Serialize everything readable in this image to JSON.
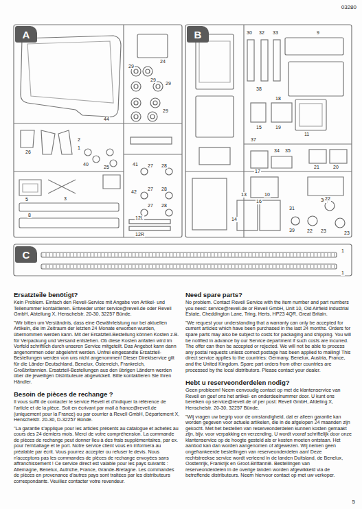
{
  "diagram": {
    "nodes": [
      {
        "text": [
          "A"
        ]
      },
      {
        "text": [
          "B"
        ]
      },
      {
        "text": [
          "C"
        ]
      }
    ],
    "labels": [
      "03280",
      "24",
      "29",
      "29",
      "29",
      "29",
      "44",
      "26",
      "2",
      "1",
      "40",
      "25",
      "41",
      "27",
      "28",
      "42",
      "27",
      "28",
      "27",
      "28",
      "12L",
      "12R",
      "3",
      "5",
      "8",
      "30",
      "32",
      "33",
      "9",
      "38",
      "15",
      "19",
      "18",
      "11",
      "37",
      "17",
      "34",
      "35",
      "21",
      "20",
      "16",
      "36",
      "13",
      "10",
      "14",
      "31",
      "39",
      "22",
      "23",
      "22",
      "23",
      "1",
      "1",
      "Ersatzteile benötigt?",
      "Kein Problem. Einfach den Revell-Service mit Angabe von Artikel- und Teilenummer kontaktieren. Entweder unter service@revell.de oder Revell GmbH, Abteilung X, Henschelstr. 20-30, 32257 Bünde.",
      "\"Wir bitten um Verständnis, dass eine Gewährleistung nur bei aktuellen Artikeln, die im Zeitraum der letzten 24 Monate erworben wurden, übernommen werden kann. Mit der Ersatzteil-Bestellung können Kosten z.B. für Verpackung und Versand entstehen. Ob diese Kosten anfallen wird im Vorfeld schriftlich durch unseren Service mitgeteilt. Das Angebot kann dann angenommen oder abgelehnt werden. Unfrei eingesandte Ersatzteil-Bestellungen werden von uns nicht angenommen! Dieser Direktservice gilt für die Länder Deutschland, Benelux, Österreich, Frankreich, Großbritannien. Ersatzteil-Bestellungen aus den übrigen Ländern werden über die jeweiligen Distributeure abgewickelt. Bitte kontaktieren Sie Ihren Händler.",
      "Besoin de pièces de rechange ?",
      "Il vous suffit de contacter le service Revell et d'indiquer la référence de l'article et de la pièce. Soit en écrivant par mail à france@revell.de (uniquement pour la France) ou par courrier à Revell GmbH, Département X, Henschelstr. 20-30, D-32257 Bünde.",
      "\"La garantie s'applique pour les articles présents au catalogue et achetés au cours des 24 derniers mois. Merci de votre compréhension. La commande de pièces de rechange peut donner lieu à des frais supplémentaires, par ex. pour l'emballage et le port. Notre service client vous en informera au préalable par écrit. Vous pourrez accepter ou refuser le devis. Nous n'acceptons pas les commandes de pièces de rechange envoyées sans affranchissement ! Ce service direct est valable pour les pays suivants : Allemagne, Benelux, Autriche, France, Grande-Bretagne. Les commandes de pièces en provenance d'autres pays sont traitées par les distributeurs correspondants. Veuillez contacter votre revendeur.",
      "Need spare parts?",
      "No problem. Contact Revell Service with the item number and part numbers you need: service@revell.de or Revell GmbH, Unit 10, Old Airfield Industrial Estate, Cheddington Lane, Tring, Herts, HP23 4QR, Great Britain.",
      "\"We request your understanding that a warranty can only be accepted for current articles which have been purchased in the last 24 months. Orders for spare parts may also be subject to costs for packaging and shipping. You will be notified in advance by our Service department if such costs are incurred. The offer can then be accepted or rejected. We will not be able to process any postal requests unless correct postage has been applied to mailing! This direct service applies to the countries: Germany, Benelux, Austria, France, and the United Kingdom. Spare part orders from other countries are processed by the local distributors. Please contact your dealer.",
      "Hebt u reserveonderdelen nodig?",
      "Geen probleem! Neem eenvoudig contact op met de klantenservice van Revell en geef ons het artikel- en onderdeelnummer door. U kunt ons bereiken op service@revell.de of per post: Revell GmbH, Afdeling X, Henschelstr. 20-30, 32257 Bünde.",
      "\"Wij vragen uw begrip voor de omstandigheid, dat er alleen garantie kan worden gegeven voor actuele artikelen, die in de afgelopen 24 maanden zijn gekocht. Met het bestellen van reserveonderdelen kunnen kosten gemaakt zijn, bijv. voor verpakking en verzending. U wordt vooraf schriftelijk door onze klantenservice op de hoogte gesteld als er kosten moeten ontstaan. Het aanbod kan dan worden aangenomen of afgewezen. Wij nemen geen ongefrankeerde bestellingen van reserveonderdelen aan! Deze rechtstreekse service wordt verleend in de landen Duitsland, de Benelux, Oostenrijk, Frankrijk en Groot-Brittannië. Bestellingen van reserveonderdelen in de overige landen worden afgewikkeld via de betreffende distributeurs. Neem hiervoor contact op met uw verkoper.",
      "5"
    ]
  }
}
